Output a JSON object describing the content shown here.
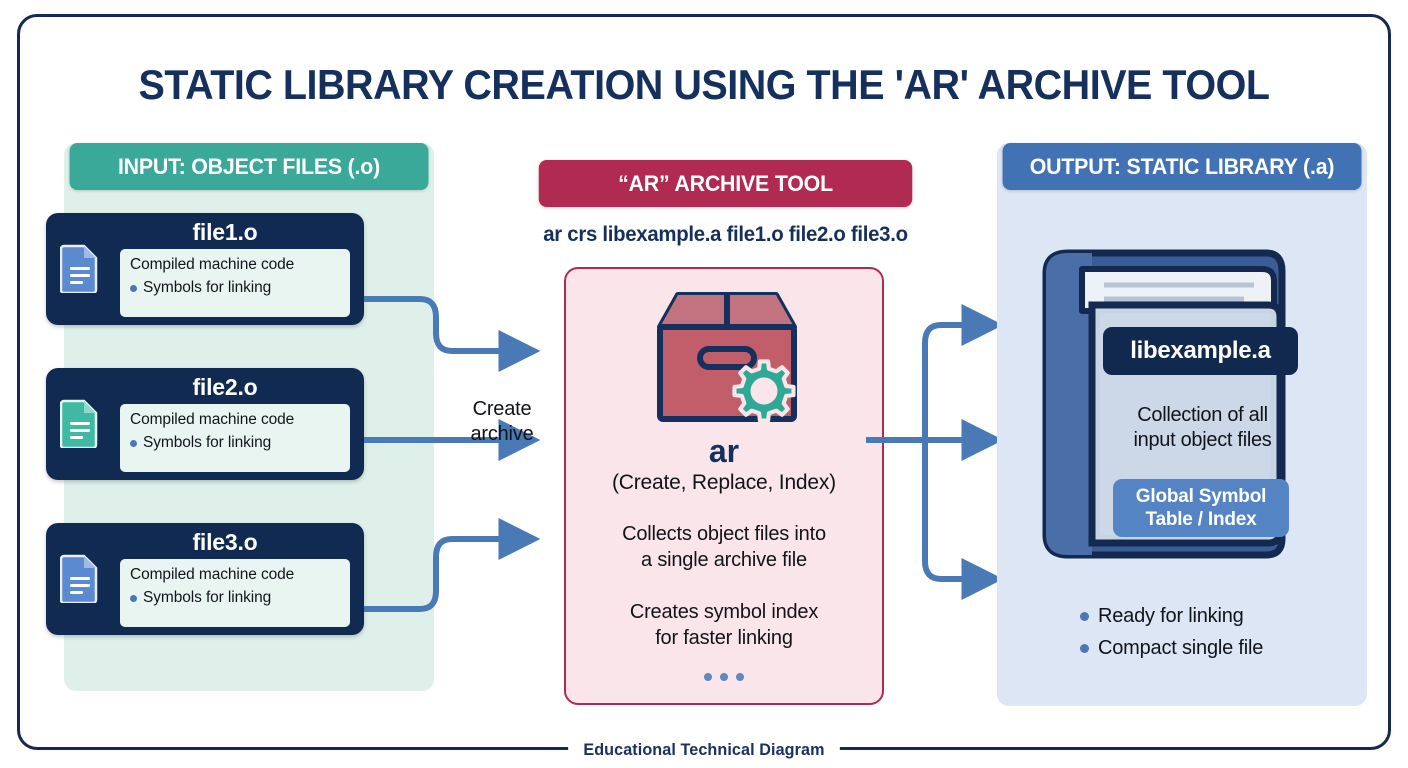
{
  "title": "STATIC LIBRARY CREATION USING THE 'AR' ARCHIVE TOOL",
  "footer": "Educational Technical Diagram",
  "colors": {
    "frame": "#152a52",
    "input_header": "#3aa99a",
    "input_panel": "#dff0ea",
    "ar_header": "#b02a52",
    "ar_panel": "#fae6ea",
    "output_header": "#4172b4",
    "output_panel": "#dde6f5",
    "card": "#102a52",
    "arrow": "#4a7ab5",
    "title_text": "#15305c"
  },
  "input": {
    "header": "INPUT: OBJECT FILES (.o)",
    "files": [
      {
        "name": "file1.o",
        "icon": "document-icon",
        "icon_color": "#5b8ad0",
        "line1": "Compiled machine code",
        "line2": "Symbols for linking"
      },
      {
        "name": "file2.o",
        "icon": "document-icon",
        "icon_color": "#3fb9a4",
        "line1": "Compiled machine code",
        "line2": "Symbols for linking"
      },
      {
        "name": "file3.o",
        "icon": "document-icon",
        "icon_color": "#5b8ad0",
        "line1": "Compiled machine code",
        "line2": "Symbols for linking"
      }
    ]
  },
  "connector": {
    "create_label_line1": "Create",
    "create_label_line2": "archive"
  },
  "ar": {
    "header": "“AR” ARCHIVE TOOL",
    "command": "ar crs libexample.a file1.o file2.o file3.o",
    "icon": "archive-box-gear-icon",
    "name": "ar",
    "expansion": "(Create, Replace, Index)",
    "detail1": "Collects object files into\na single archive file",
    "detail2": "Creates symbol index\nfor faster linking",
    "dots": 3
  },
  "output": {
    "header": "OUTPUT: STATIC LIBRARY (.a)",
    "icon": "book-icon",
    "library_name": "libexample.a",
    "description": "Collection of all\ninput object files",
    "symbol_table": "Global Symbol\nTable / Index",
    "bullets": [
      "Ready for linking",
      "Compact single file"
    ]
  }
}
